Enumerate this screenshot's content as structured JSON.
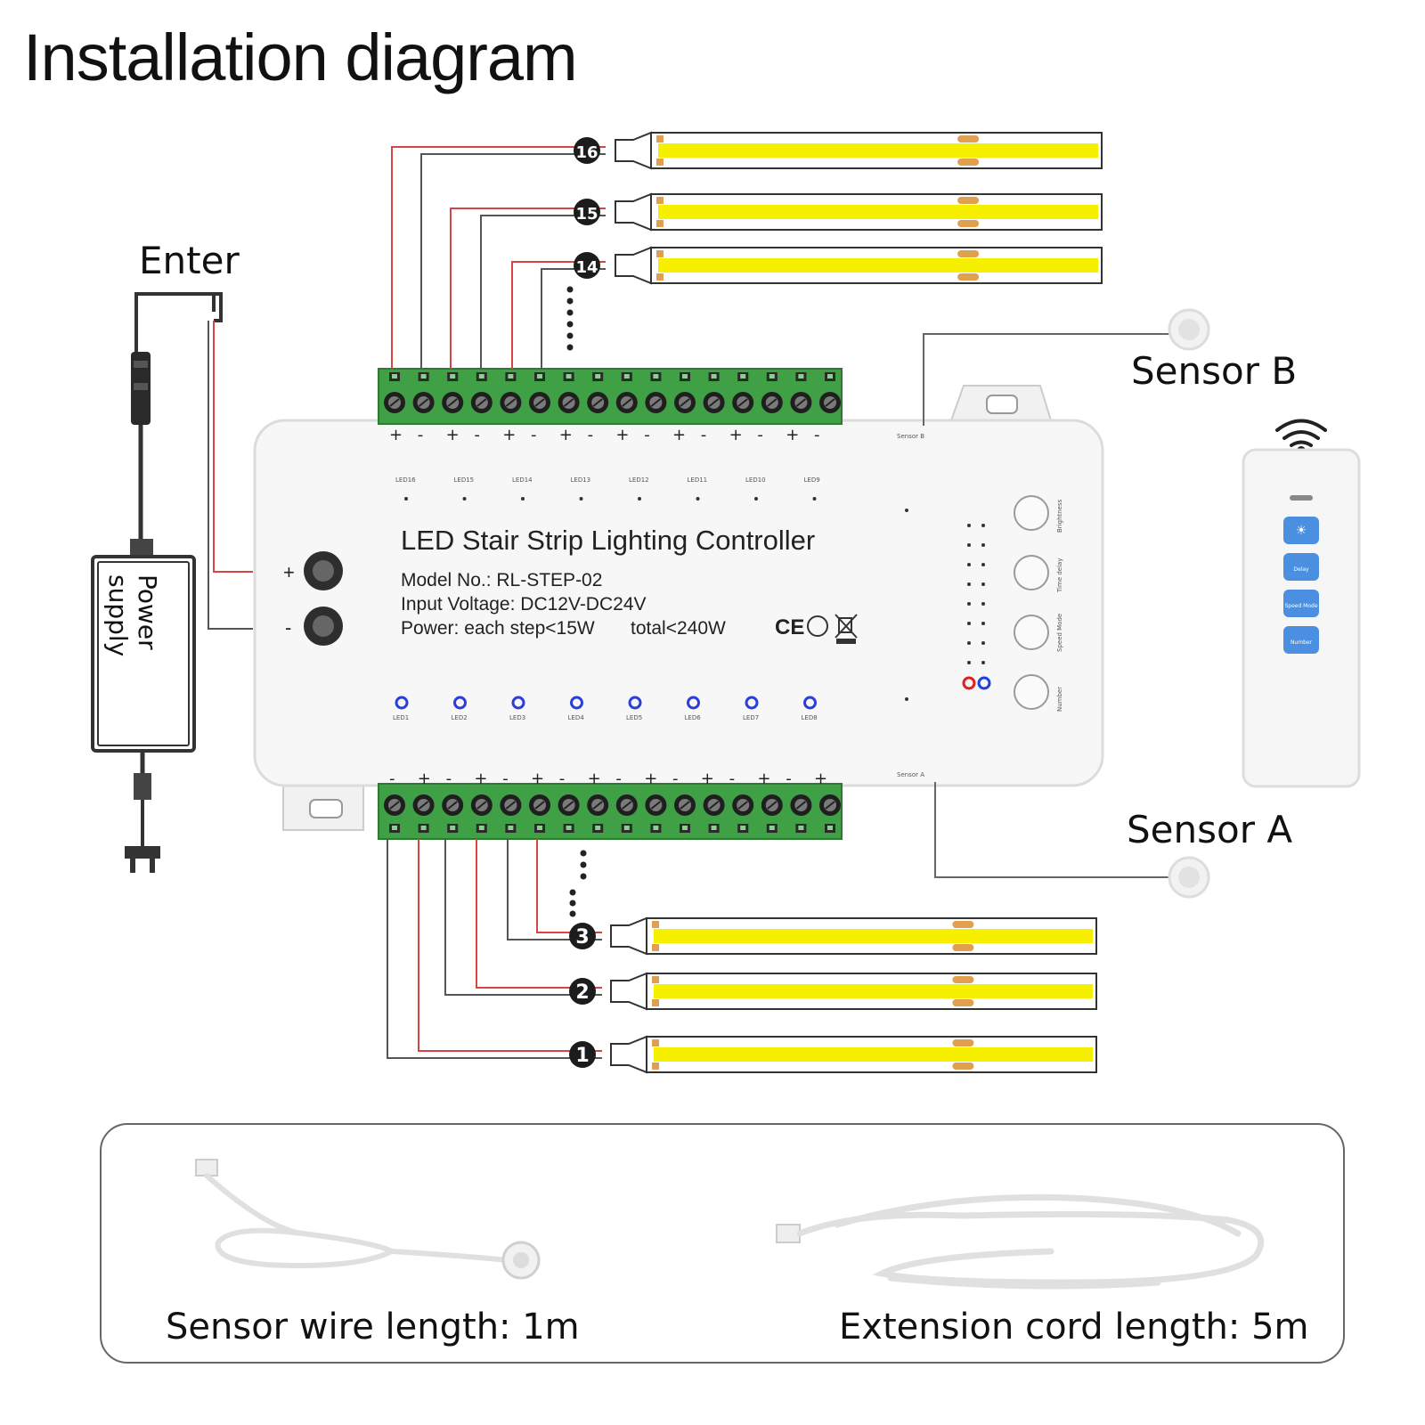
{
  "title": "Installation diagram",
  "labels": {
    "enter": "Enter",
    "power_supply": "Power supply",
    "sensor_b": "Sensor B",
    "sensor_a": "Sensor A"
  },
  "controller": {
    "name": "LED Stair Strip Lighting Controller",
    "model": "Model No.: RL-STEP-02",
    "voltage": "Input Voltage: DC12V-DC24V",
    "power_each": "Power: each step<15W",
    "power_total": "total<240W",
    "cert_ce": "CE",
    "terminal_plus": "+",
    "terminal_minus": "-",
    "sensor_b_port": "Sensor B",
    "sensor_a_port": "Sensor A",
    "top_led_labels": [
      "LED16",
      "LED15",
      "LED14",
      "LED13",
      "LED12",
      "LED11",
      "LED10",
      "LED9"
    ],
    "bottom_led_labels": [
      "LED1",
      "LED2",
      "LED3",
      "LED4",
      "LED5",
      "LED6",
      "LED7",
      "LED8"
    ],
    "buttons": [
      "Brightness",
      "Time delay",
      "Speed Mode",
      "Number"
    ]
  },
  "remote": {
    "buttons": [
      "☀",
      "Delay",
      "Speed Mode",
      "Number"
    ]
  },
  "strip_numbers_top": [
    "16",
    "15",
    "14"
  ],
  "strip_numbers_bottom": [
    "3",
    "2",
    "1"
  ],
  "accessories": {
    "sensor_wire": "Sensor wire length: 1m",
    "extension_cord": "Extension cord length: 5m"
  },
  "colors": {
    "wire_red": "#d94444",
    "wire_dark": "#555555",
    "strip_yellow": "#f7ef00",
    "terminal_green": "#3fa046",
    "led_blue": "#2b3fd8",
    "remote_button": "#4a8fe0"
  }
}
